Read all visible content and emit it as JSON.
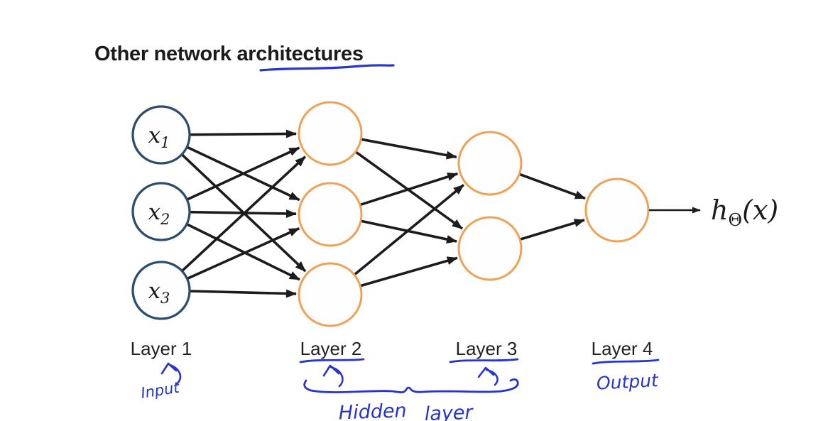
{
  "title": {
    "text": "Other network architectures",
    "underlined_word": "architectures"
  },
  "network": {
    "layer_labels": [
      "Layer 1",
      "Layer 2",
      "Layer 3",
      "Layer 4"
    ],
    "layer_node_counts": [
      3,
      3,
      2,
      1
    ],
    "input_nodes": [
      {
        "base": "x",
        "sub": "1"
      },
      {
        "base": "x",
        "sub": "2"
      },
      {
        "base": "x",
        "sub": "3"
      }
    ],
    "output_label": {
      "base": "h",
      "sub": "Θ",
      "rest": "(x)"
    }
  },
  "annotations": {
    "input": "Input",
    "output": "Output",
    "hidden_word1": "Hidden",
    "hidden_word2": "layer"
  },
  "colors": {
    "input_node_border": "#2d4d6d",
    "hidden_node_border": "#f0a155",
    "edge": "#1c1c1c",
    "ink_blue": "#2734cd",
    "title_text": "#1b1b1b"
  }
}
